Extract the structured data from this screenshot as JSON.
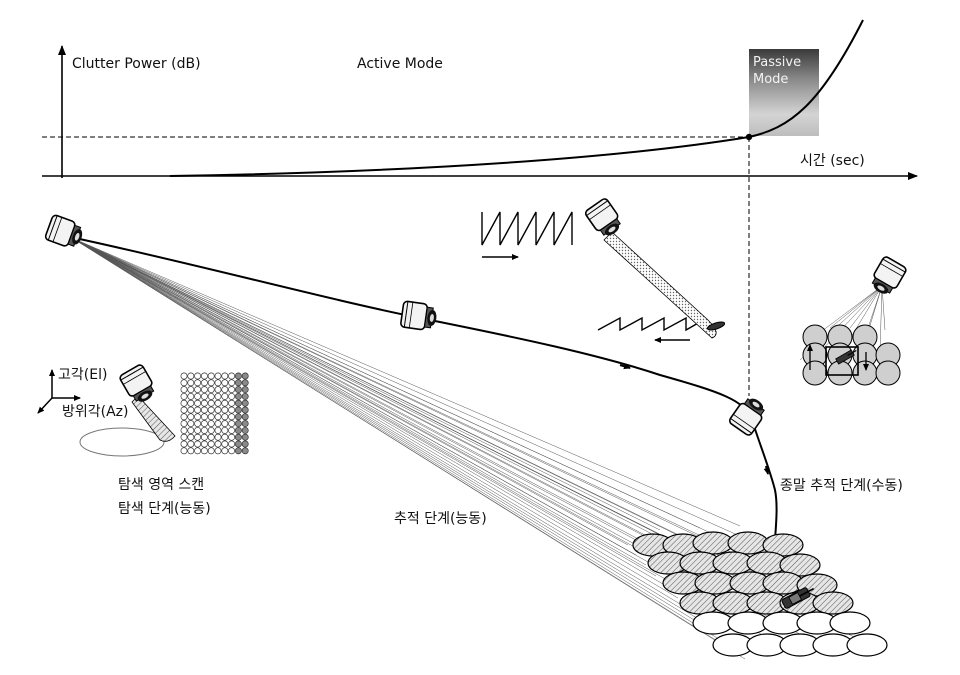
{
  "graph": {
    "ylabel": "Clutter Power (dB)",
    "xlabel": "시간 (sec)",
    "active_mode": "Active Mode",
    "passive_line1": "Passive",
    "passive_line2": "Mode"
  },
  "search": {
    "el_label": "고각(El)",
    "az_label": "방위각(Az)",
    "caption1": "탐색 영역 스캔",
    "caption2": "탐색 단계(능동)"
  },
  "tracking": {
    "caption": "추적 단계(능동)"
  },
  "terminal": {
    "caption": "종말 추적 단계(수동)"
  }
}
